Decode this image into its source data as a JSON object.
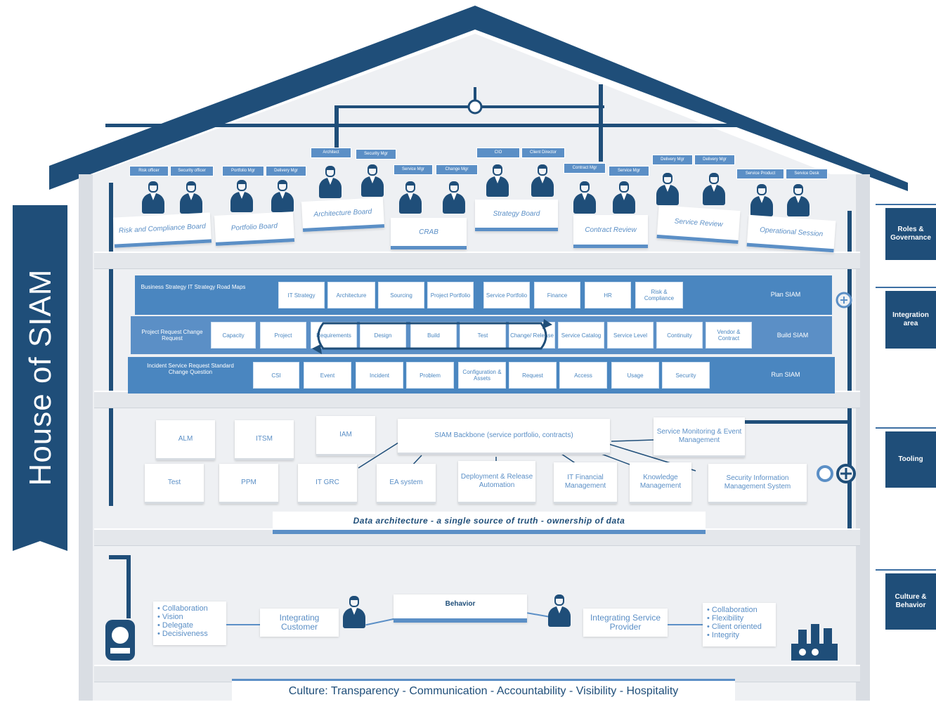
{
  "title": "House of SIAM",
  "side_tabs": [
    "Roles & Governance",
    "Integration area",
    "Tooling",
    "Culture & Behavior"
  ],
  "governance": {
    "chips": [
      "Risk officer",
      "Security officer",
      "Portfolio Mgr",
      "Delivery Mgr",
      "Architect",
      "Security Mgr",
      "Service Mgr",
      "Change Mgr",
      "CIO",
      "Client Director",
      "Contract Mgr",
      "Service Mgr",
      "Delivery Mgr",
      "Delivery Mgr",
      "Service Product",
      "Service Desk"
    ],
    "boards": [
      "Risk and Compliance Board",
      "Portfolio Board",
      "Architecture Board",
      "CRAB",
      "Strategy Board",
      "Contract Review",
      "Service Review",
      "Operational Session"
    ]
  },
  "process": {
    "rows": [
      {
        "left": "Business Strategy IT Strategy Road Maps",
        "right": "Plan SIAM",
        "items": [
          "IT Strategy",
          "Architecture",
          "Sourcing",
          "Project Portfolio",
          "Service Portfolio",
          "Finance",
          "HR",
          "Risk & Compliance"
        ]
      },
      {
        "left": "Project Request Change Request",
        "right": "Build SIAM",
        "items": [
          "Capacity",
          "Project",
          "Requirements",
          "Design",
          "Build",
          "Test",
          "Change/ Release",
          "Service Catalog",
          "Service Level",
          "Continuity",
          "Vendor & Contract"
        ]
      },
      {
        "left": "Incident Service Request Standard Change Question",
        "right": "Run SIAM",
        "items": [
          "CSI",
          "Event",
          "Incident",
          "Problem",
          "Configuration & Assets",
          "Request",
          "Access",
          "Usage",
          "Security"
        ]
      }
    ]
  },
  "tooling": {
    "top": [
      "ALM",
      "ITSM",
      "IAM",
      "SIAM Backbone (service portfolio, contracts)",
      "Service Monitoring & Event Management"
    ],
    "bottom": [
      "Test",
      "PPM",
      "IT GRC",
      "EA system",
      "Deployment & Release Automation",
      "IT Financial Management",
      "Knowledge Management",
      "Security Information Management System"
    ],
    "data_architecture": "Data architecture - a single source of truth - ownership of data"
  },
  "culture_floor": {
    "left_list": [
      "• Collaboration",
      "• Vision",
      "• Delegate",
      "• Decisiveness"
    ],
    "integrating_customer": "Integrating Customer",
    "behavior": "Behavior",
    "integrating_provider": "Integrating Service Provider",
    "right_list": [
      "• Collaboration",
      "• Flexibility",
      "• Client oriented",
      "• Integrity"
    ]
  },
  "culture_footer": "Culture: Transparency - Communication - Accountability - Visibility - Hospitality",
  "colors": {
    "dark_blue": "#1f4e79",
    "mid_blue": "#4a86c0",
    "light_blue": "#5b8fc6",
    "wall": "#eef0f3"
  }
}
